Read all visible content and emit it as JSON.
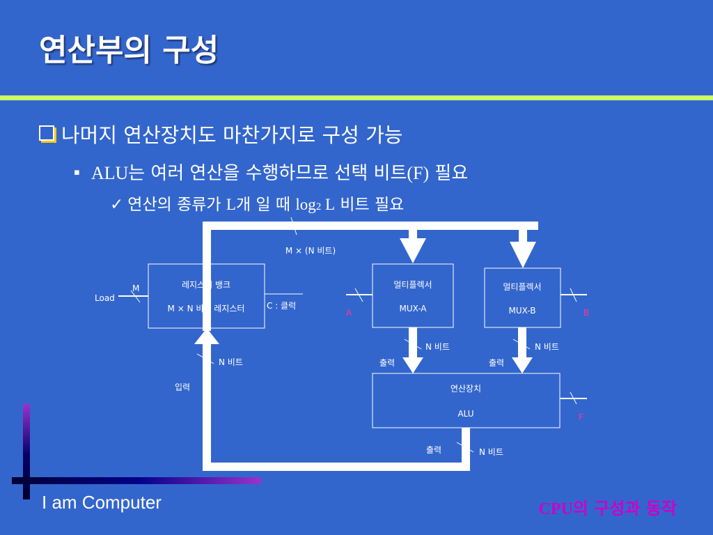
{
  "slide": {
    "title": "연산부의 구성",
    "bullet1": "나머지 연산장치도 마찬가지로 구성 가능",
    "bullet2": {
      "mark": "▪",
      "alu": "ALU",
      "text_a": "는 여러 연산을 수행하므로 선택 비트",
      "f": "(F)",
      "text_b": " 필요"
    },
    "bullet3": {
      "mark": "✓",
      "text_a": "연산의 종류가 ",
      "L": "L",
      "text_b": "개 일 때 ",
      "log": "log",
      "sub": "2",
      "L2": " L",
      "text_c": " 비트 필요"
    }
  },
  "diagram": {
    "register_bank": {
      "line1": "레지스터 뱅크",
      "line2": "M × N 비트 레지스터"
    },
    "mux_a": {
      "line1": "멀티플렉서",
      "line2": "MUX-A"
    },
    "mux_b": {
      "line1": "멀티플렉서",
      "line2": "MUX-B"
    },
    "alu": {
      "line1": "연산장치",
      "line2": "ALU"
    },
    "labels": {
      "m_n_bits": "M × (N 비트)",
      "load": "Load",
      "m": "M",
      "clock": "C : 클럭",
      "a": "A",
      "b": "B",
      "f": "F",
      "n_bits_input": "N 비트",
      "input": "입력",
      "n_bits_mux_a": "N 비트",
      "n_bits_mux_b": "N 비트",
      "out_mux_a": "출력",
      "out_mux_b": "출력",
      "out_alu": "출력",
      "n_bits_alu": "N 비트"
    },
    "colors": {
      "line": "#ffffff",
      "selector_labels": "#ff3399"
    }
  },
  "footer": {
    "left": "I am Computer",
    "right_cpu": "CPU",
    "right_text": "의 구성과 동작"
  },
  "colors": {
    "background": "#3366cc",
    "title_rule": "#ccff66",
    "footer_right": "#cc00cc"
  }
}
